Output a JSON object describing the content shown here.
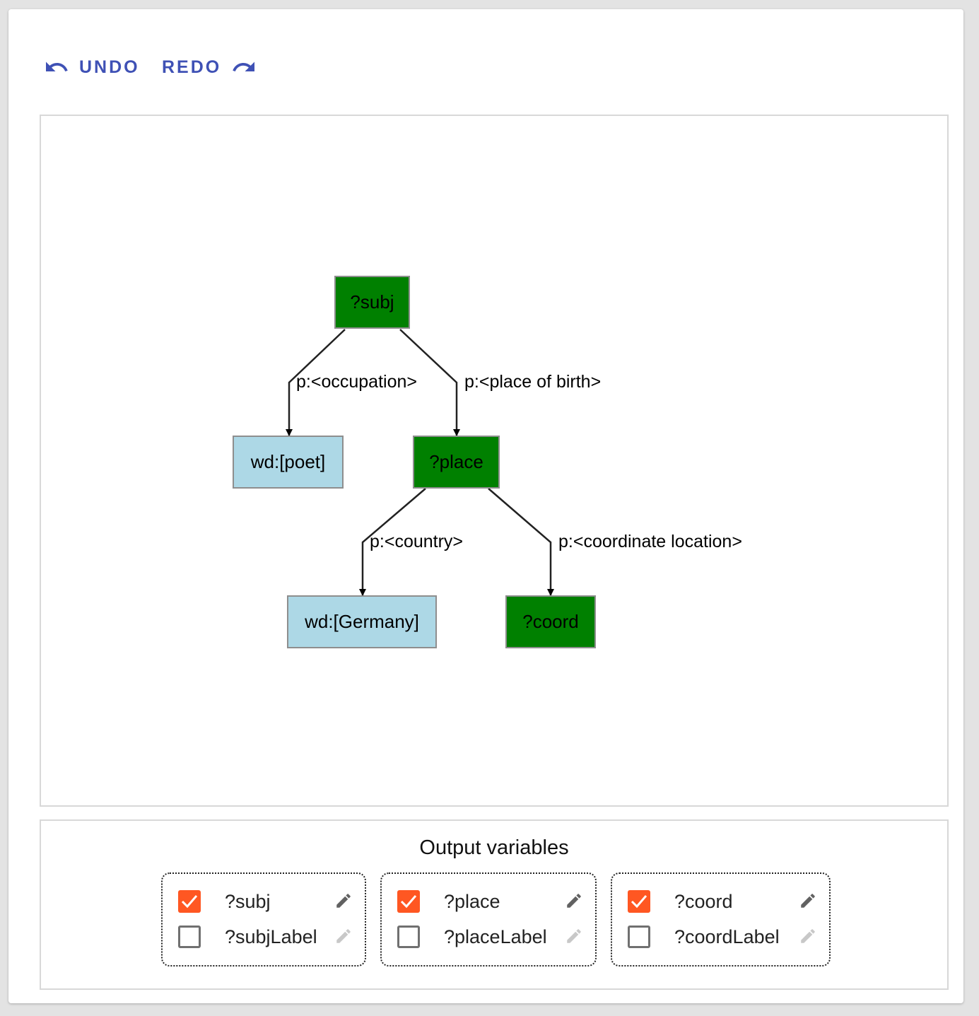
{
  "toolbar": {
    "undo_label": "UNDO",
    "redo_label": "REDO",
    "accent_color": "#3f51b5"
  },
  "graph": {
    "nodes": [
      {
        "id": "subj",
        "label": "?subj",
        "kind": "variable"
      },
      {
        "id": "poet",
        "label": "wd:[poet]",
        "kind": "constant"
      },
      {
        "id": "place",
        "label": "?place",
        "kind": "variable"
      },
      {
        "id": "germany",
        "label": "wd:[Germany]",
        "kind": "constant"
      },
      {
        "id": "coord",
        "label": "?coord",
        "kind": "variable"
      }
    ],
    "edges": [
      {
        "from": "subj",
        "to": "poet",
        "label": "p:<occupation>"
      },
      {
        "from": "subj",
        "to": "place",
        "label": "p:<place of birth>"
      },
      {
        "from": "place",
        "to": "germany",
        "label": "p:<country>"
      },
      {
        "from": "place",
        "to": "coord",
        "label": "p:<coordinate location>"
      }
    ],
    "colors": {
      "variable": "#008000",
      "constant": "#add8e6"
    }
  },
  "output": {
    "title": "Output variables",
    "checkbox_color": "#ff5722",
    "groups": [
      {
        "rows": [
          {
            "label": "?subj",
            "checked": true,
            "icon": "pencil-icon"
          },
          {
            "label": "?subjLabel",
            "checked": false,
            "icon": "pencil-icon"
          }
        ]
      },
      {
        "rows": [
          {
            "label": "?place",
            "checked": true,
            "icon": "pencil-icon"
          },
          {
            "label": "?placeLabel",
            "checked": false,
            "icon": "pencil-icon"
          }
        ]
      },
      {
        "rows": [
          {
            "label": "?coord",
            "checked": true,
            "icon": "pencil-icon"
          },
          {
            "label": "?coordLabel",
            "checked": false,
            "icon": "pencil-icon"
          }
        ]
      }
    ]
  }
}
